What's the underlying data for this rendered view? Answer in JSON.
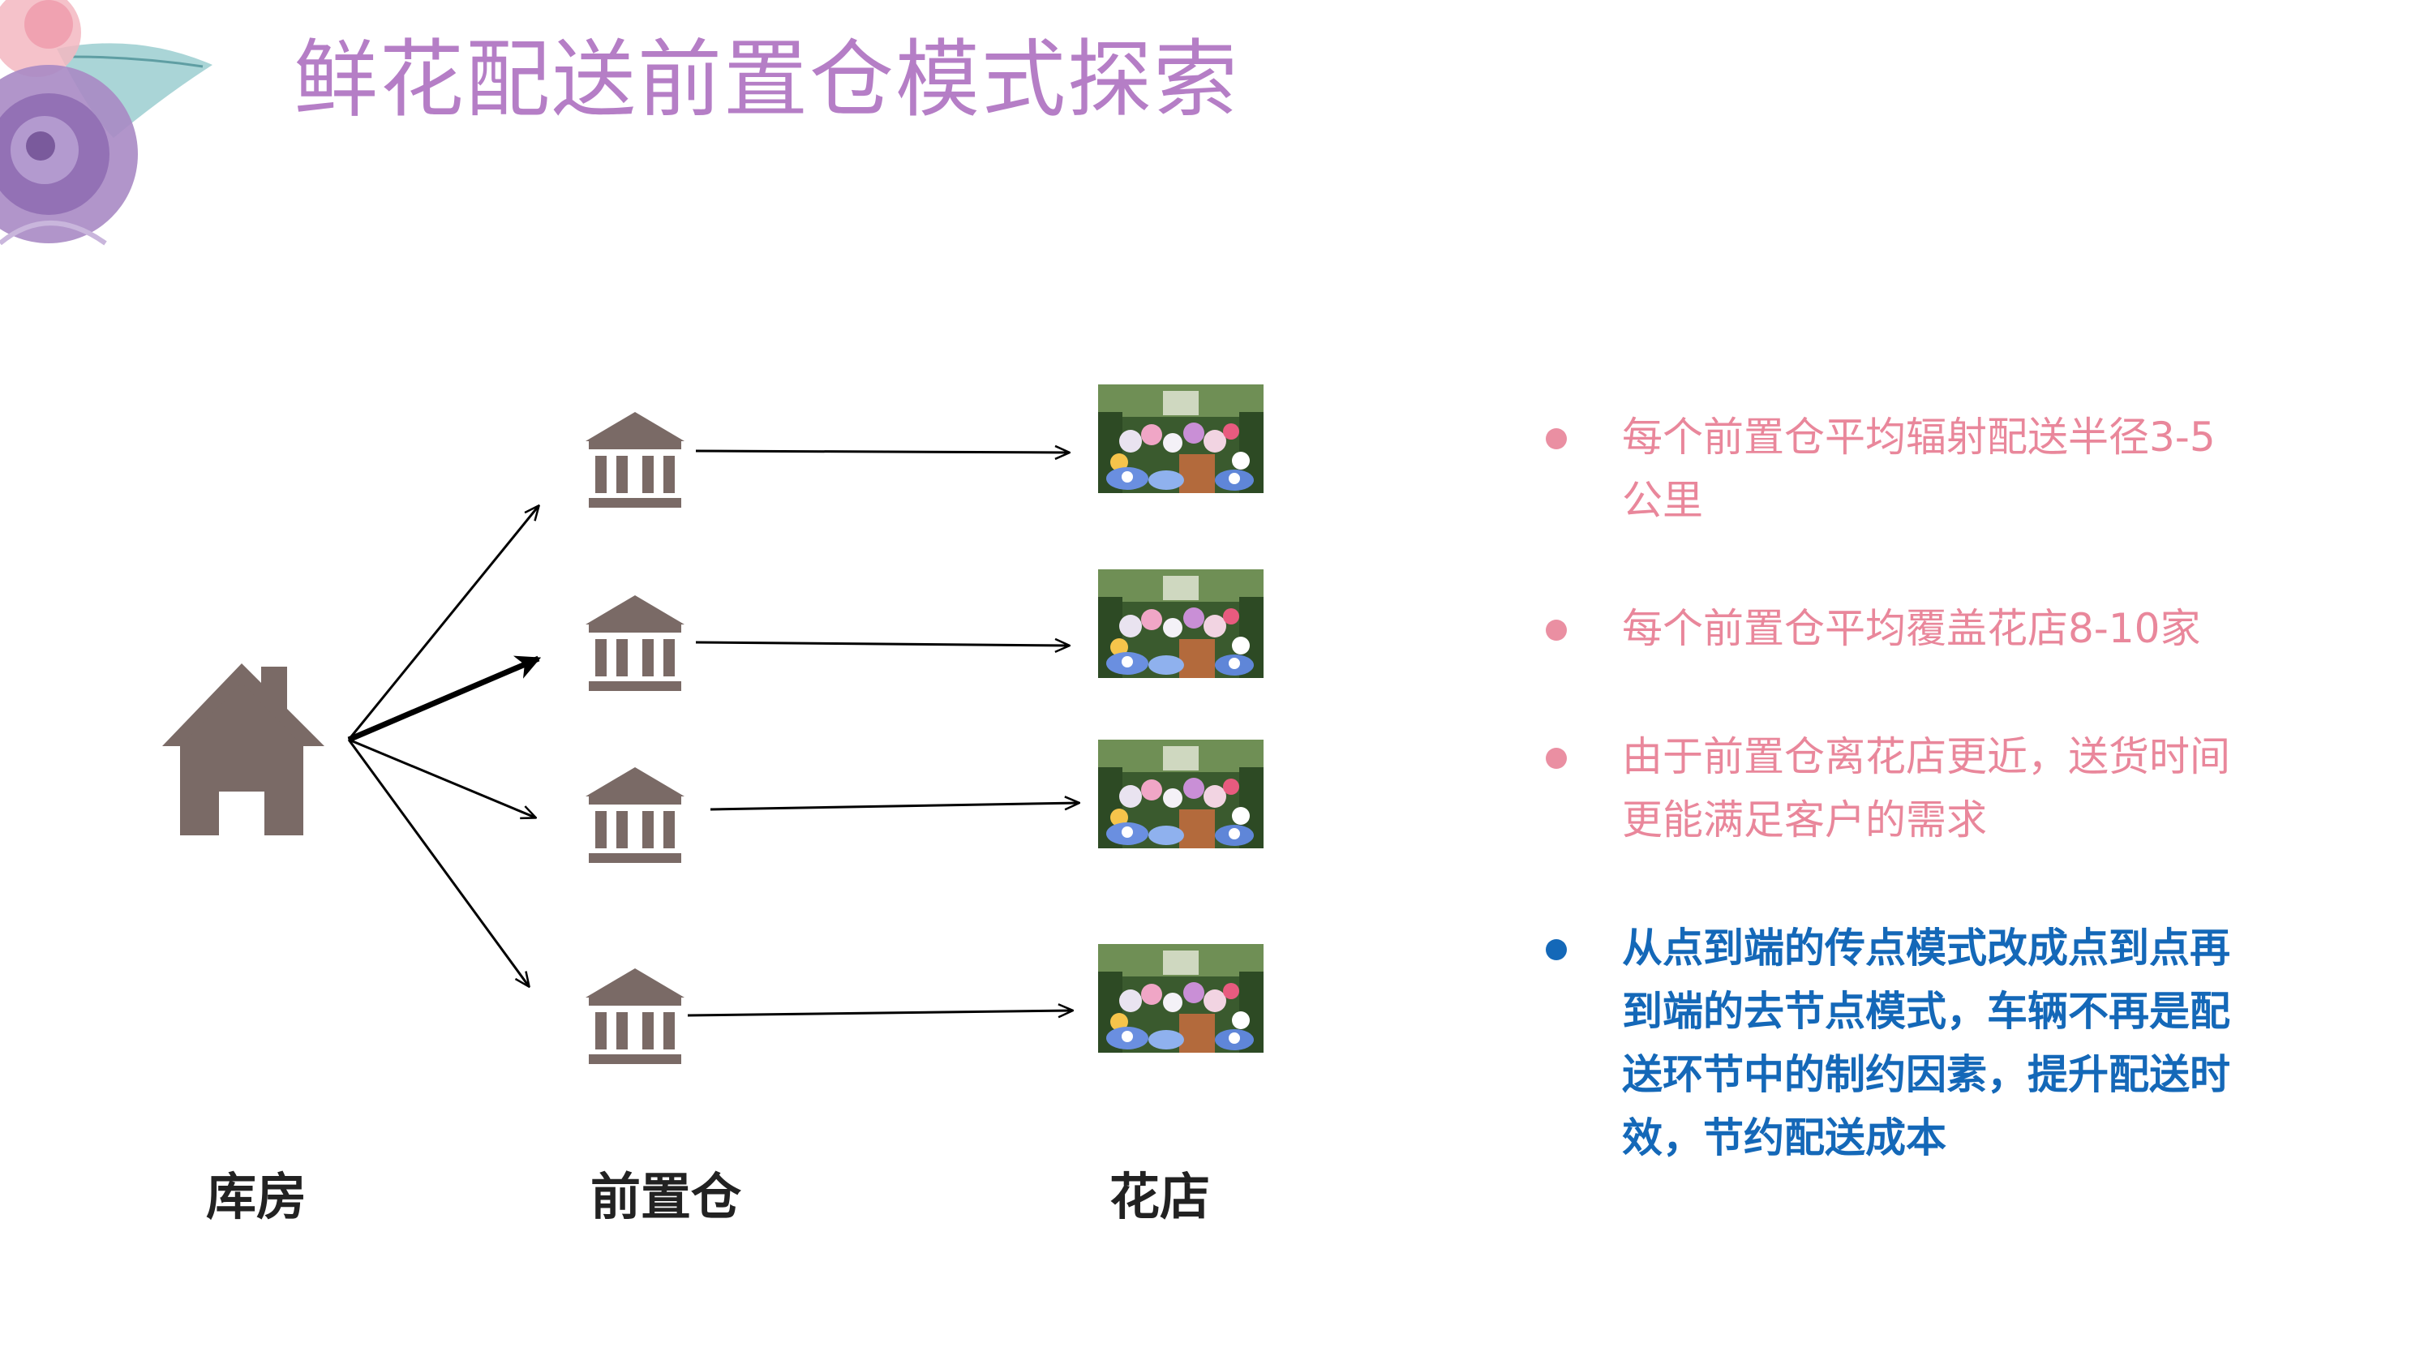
{
  "title": "鲜花配送前置仓模式探索",
  "labels": {
    "warehouse": "库房",
    "front_warehouse": "前置仓",
    "flower_shop": "花店"
  },
  "icons": {
    "warehouse": "house-icon",
    "front_warehouse": "bank-building-icon",
    "flower_shop": "flower-shop-photo"
  },
  "bullets": [
    {
      "text": "每个前置仓平均辐射配送半径3-5公里",
      "color": "#e9879b"
    },
    {
      "text": "每个前置仓平均覆盖花店8-10家",
      "color": "#e9879b"
    },
    {
      "text": "由于前置仓离花店更近，送货时间更能满足客户的需求",
      "color": "#e9879b"
    },
    {
      "text": "从点到端的传点模式改成点到点再到端的去节点模式，车辆不再是配送环节中的制约因素，提升配送时效，节约配送成本",
      "color": "#1468b8"
    }
  ],
  "colors": {
    "title": "#b57ec6",
    "icon": "#7a6a66",
    "pink": "#e9879b",
    "blue": "#1468b8"
  }
}
